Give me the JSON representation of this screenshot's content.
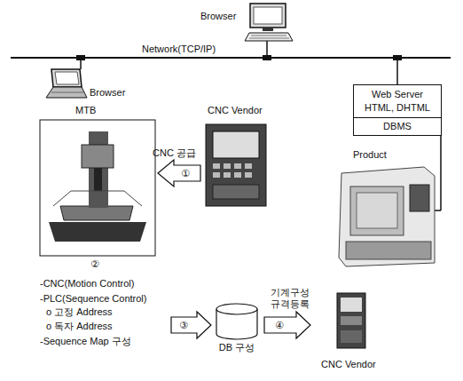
{
  "diagram": {
    "nodes": [
      {
        "text": [
          "Web Server",
          "HTML, DHTML",
          "DBMS"
        ]
      },
      {
        "text": [
          "DB 구성"
        ]
      }
    ],
    "labels": [
      "Browser",
      "Network(TCP/IP)",
      "Browser",
      "MTB",
      "CNC Vendor",
      "CNC 공급",
      "①",
      "Product",
      "②",
      "-CNC(Motion Control)",
      "-PLC(Sequence Control)",
      "o 고정 Address",
      "o 독자 Address",
      "-Sequence Map 구성",
      "③",
      "기계구성 규격등록",
      "④",
      "CNC Vendor"
    ]
  }
}
